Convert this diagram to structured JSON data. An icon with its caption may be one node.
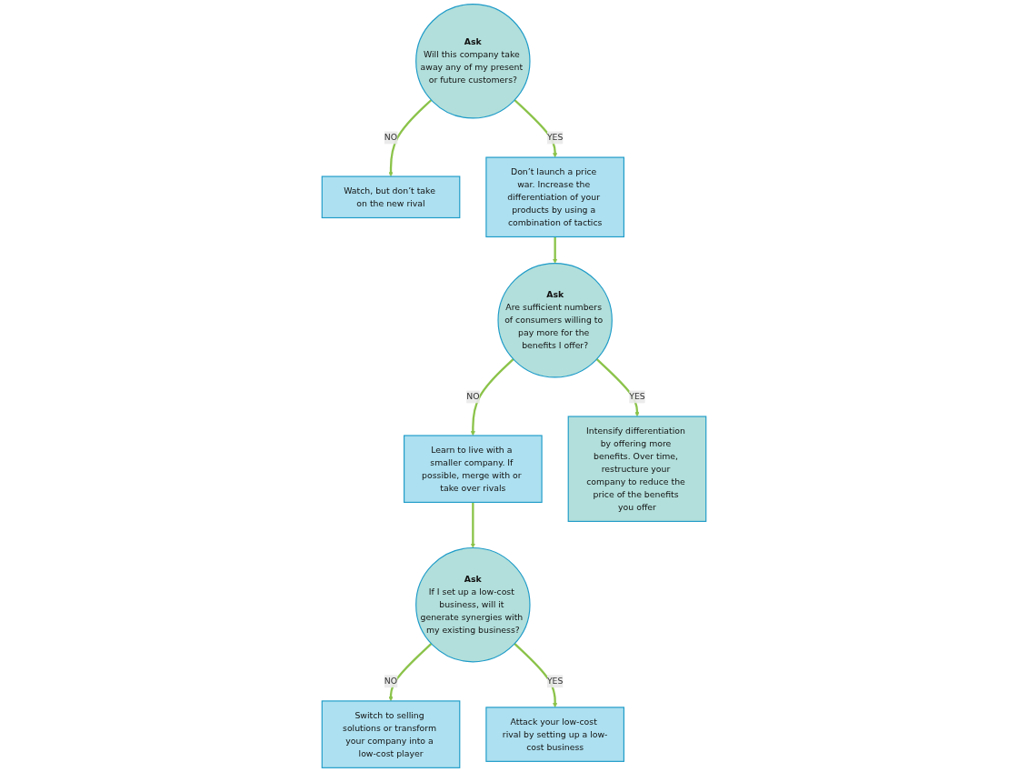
{
  "diagram": {
    "nodes": [
      {
        "text": [
          "Ask",
          "Will this company take away any of my present or future customers?"
        ]
      },
      {
        "text": [
          "Watch, but don’t take on the new rival"
        ]
      },
      {
        "text": [
          "Don’t launch a price war. Increase the differentiation of your products by using a combination of tactics"
        ]
      },
      {
        "text": [
          "Ask",
          "Are sufficient numbers of consumers willing to pay more for the benefits I offer?"
        ]
      },
      {
        "text": [
          "Learn to live with a smaller company. If possible, merge with or take over rivals"
        ]
      },
      {
        "text": [
          "Ask",
          "If I set up a low-cost business, will it generate synergies with my existing business?"
        ]
      },
      {
        "text": [
          "Switch to selling solutions or transform your company into a low-cost player"
        ]
      },
      {
        "text": [
          "Intensify differentiation by offering more benefits. Over time, restructure your company to reduce the price of the benefits you offer"
        ]
      },
      {
        "text": [
          "Attack your low-cost rival by setting up a low-cost business"
        ]
      }
    ],
    "edges": [
      {
        "from": 0,
        "to": 1,
        "arrow": "to",
        "label": "NO"
      },
      {
        "from": 0,
        "to": 2,
        "arrow": "to",
        "label": "YES"
      },
      {
        "from": 2,
        "to": 3,
        "arrow": "to"
      },
      {
        "from": 3,
        "to": 4,
        "arrow": "to",
        "label": "NO"
      },
      {
        "from": 3,
        "to": 7,
        "arrow": "to",
        "label": "YES"
      },
      {
        "from": 4,
        "to": 5,
        "arrow": "to"
      },
      {
        "from": 5,
        "to": 6,
        "arrow": "to",
        "label": "NO"
      },
      {
        "from": 5,
        "to": 8,
        "arrow": "to",
        "label": "YES"
      }
    ]
  }
}
